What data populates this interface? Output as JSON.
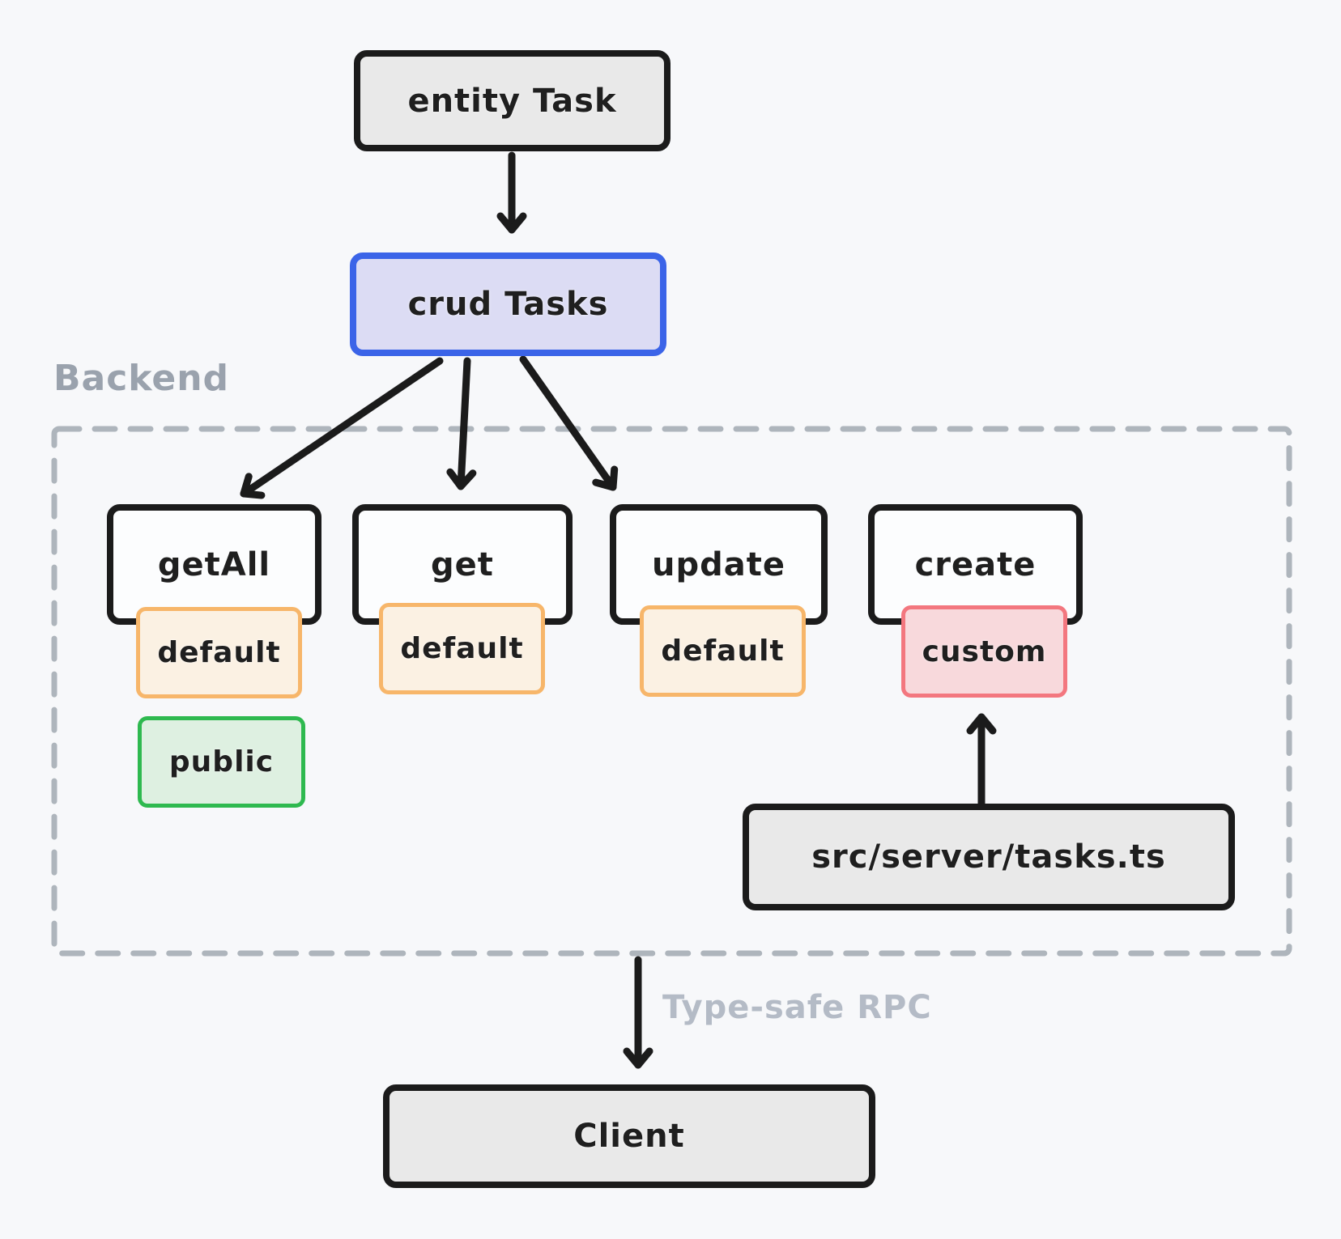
{
  "nodes": {
    "entity": {
      "label": "entity Task"
    },
    "crud": {
      "label": "crud Tasks"
    },
    "get_all": {
      "label": "getAll"
    },
    "get": {
      "label": "get"
    },
    "update": {
      "label": "update"
    },
    "create": {
      "label": "create"
    },
    "src_file": {
      "label": "src/server/tasks.ts"
    },
    "client": {
      "label": "Client"
    }
  },
  "badges": {
    "get_all_default": {
      "label": "default"
    },
    "get_default": {
      "label": "default"
    },
    "update_default": {
      "label": "default"
    },
    "create_custom": {
      "label": "custom"
    },
    "get_all_public": {
      "label": "public"
    }
  },
  "section_labels": {
    "backend": "Backend",
    "rpc": "Type-safe RPC"
  },
  "colors": {
    "background": "#f7f8fa",
    "gray_node_fill": "#e9e9e9",
    "node_border": "#1b1b1b",
    "crud_fill": "#dcdcf4",
    "crud_border": "#3b64e8",
    "op_fill": "#fcfdfe",
    "default_fill": "#fbf1e3",
    "default_border": "#f7b66a",
    "custom_fill": "#f8d9dc",
    "custom_border": "#f3777f",
    "public_fill": "#def0e1",
    "public_border": "#2eb94f",
    "dashed_container_border": "#aeb5bc",
    "backend_label_color": "#9aa2ad",
    "rpc_label_color": "#b4bbc6",
    "arrow_color": "#1b1b1b"
  }
}
